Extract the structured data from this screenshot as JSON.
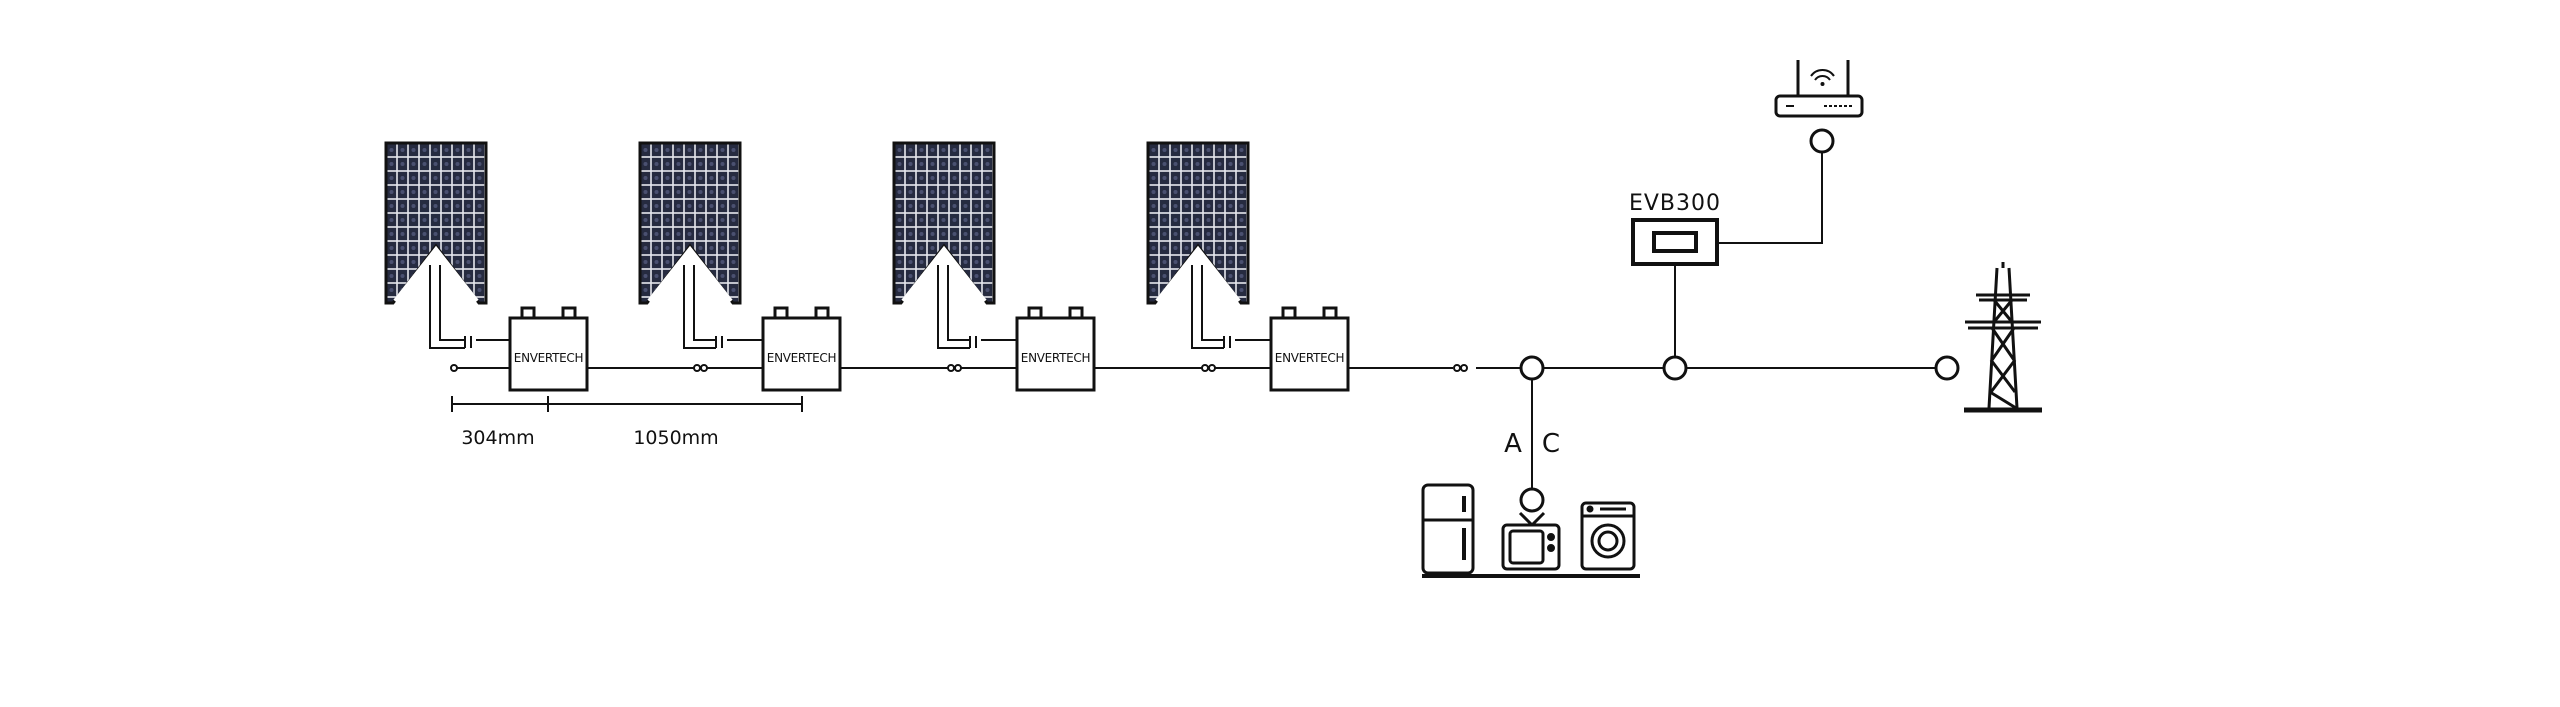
{
  "inverter_brand": "ENVERTECH",
  "dimension_1": "304mm",
  "dimension_2": "1050mm",
  "gateway_label": "EVB300",
  "ac_label_a": "A",
  "ac_label_c": "C",
  "colors": {
    "line": "#1a1a1a",
    "panel_cell": "#2a2f45",
    "panel_frame": "#111111"
  }
}
